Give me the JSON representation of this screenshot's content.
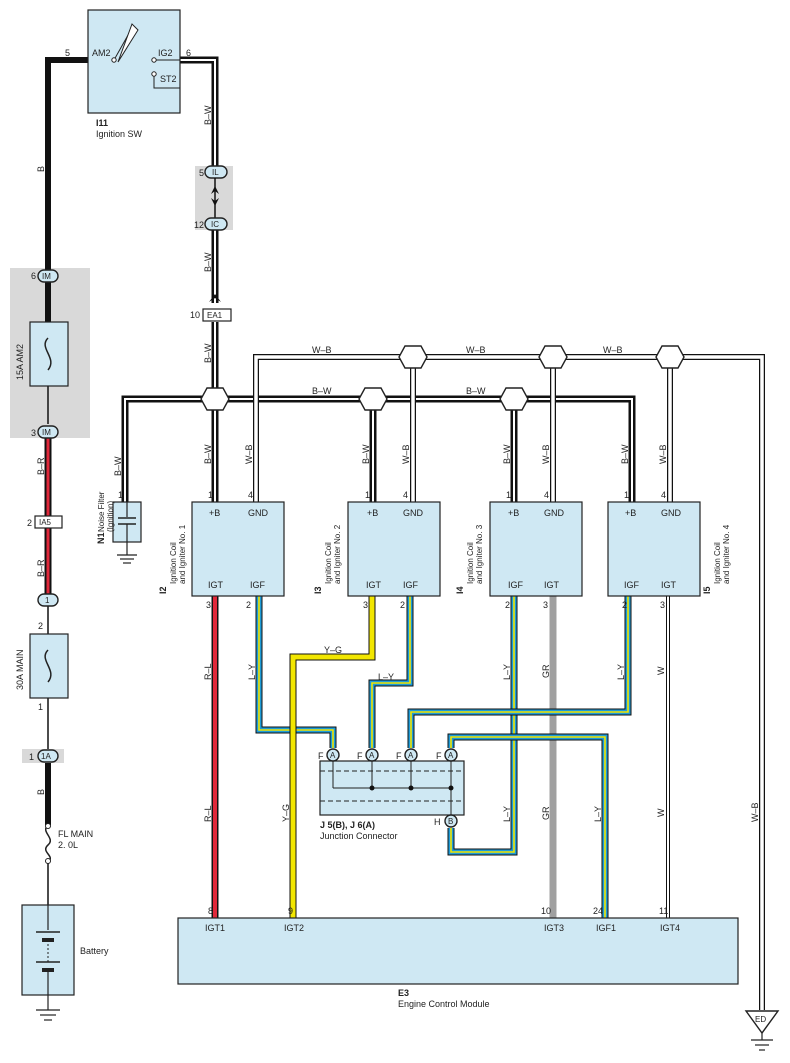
{
  "colors": {
    "component_fill": "#cfe8f3",
    "shaded_block": "#d9d9d9",
    "wire_B": "#111111",
    "wire_BW_stripe": "#ffffff",
    "wire_red": "#e0283a",
    "wire_blue": "#1e9bd7",
    "wire_yellow": "#f2e600",
    "wire_gray": "#a0a0a0"
  },
  "ignition_switch": {
    "code": "I11",
    "name": "Ignition SW",
    "pin_am2": "AM2",
    "pin_am2_num": "5",
    "pin_ig2": "IG2",
    "pin_ig2_num": "6",
    "pin_st2": "ST2"
  },
  "left_branch": {
    "wire_b_top": "B",
    "fuse_am2": "15A AM2",
    "im_top_num": "6",
    "im_top_label": "IM",
    "im_bot_num": "3",
    "im_bot_label": "IM",
    "wire_br_1": "B–R",
    "ia5_num": "2",
    "ia5_label": "IA5",
    "wire_br_2": "B–R",
    "conn1_label": "1",
    "fuse_main_top_num": "2",
    "fuse_main": "30A MAIN",
    "fuse_main_bot_num": "1",
    "conn_1a_num": "1",
    "conn_1a_label": "1A",
    "wire_b_bottom": "B",
    "fl_main_1": "FL MAIN",
    "fl_main_2": "2. 0L",
    "battery": "Battery"
  },
  "center_trunk": {
    "wire_bw_1": "B–W",
    "il_num": "5",
    "il_label": "IL",
    "ic_num": "12",
    "ic_label": "IC",
    "wire_bw_2": "B–W",
    "ea1_num": "10",
    "ea1_label": "EA1",
    "wire_bw_3": "B–W"
  },
  "buses": {
    "wb_labels": [
      "W–B",
      "W–B",
      "W–B"
    ],
    "bw_labels": [
      "B–W",
      "B–W"
    ]
  },
  "noise_filter": {
    "code": "N1",
    "name_1": "Noise Filter",
    "name_2": "(Ignition)",
    "pin": "1",
    "wire": "B–W"
  },
  "coils": [
    {
      "code": "I2",
      "name_1": "Ignition Coil",
      "name_2": "and Igniter No. 1",
      "pin_b": "+B",
      "pin_gnd": "GND",
      "pin_left": "IGT",
      "pin_right": "IGF",
      "num_b": "1",
      "num_gnd": "4",
      "num_left": "3",
      "num_right": "2",
      "wire_b": "B–W",
      "wire_gnd": "W–B"
    },
    {
      "code": "I3",
      "name_1": "Ignition Coil",
      "name_2": "and Igniter No. 2",
      "pin_b": "+B",
      "pin_gnd": "GND",
      "pin_left": "IGT",
      "pin_right": "IGF",
      "num_b": "1",
      "num_gnd": "4",
      "num_left": "3",
      "num_right": "2",
      "wire_b": "B–W",
      "wire_gnd": "W–B"
    },
    {
      "code": "I4",
      "name_1": "Ignition Coil",
      "name_2": "and Igniter No. 3",
      "pin_b": "+B",
      "pin_gnd": "GND",
      "pin_left": "IGF",
      "pin_right": "IGT",
      "num_b": "1",
      "num_gnd": "4",
      "num_left": "2",
      "num_right": "3",
      "wire_b": "B–W",
      "wire_gnd": "W–B"
    },
    {
      "code": "I5",
      "name_1": "Ignition Coil",
      "name_2": "and Igniter No. 4",
      "pin_b": "+B",
      "pin_gnd": "GND",
      "pin_left": "IGF",
      "pin_right": "IGT",
      "num_b": "1",
      "num_gnd": "4",
      "num_left": "2",
      "num_right": "3",
      "wire_b": "B–W",
      "wire_gnd": "W–B"
    }
  ],
  "signal_wires": {
    "rl_1": "R–L",
    "rl_2": "R–L",
    "ly_1": "L–Y",
    "ly_2": "L–Y",
    "ly_3": "L–Y",
    "ly_4": "L–Y",
    "ly_5": "L–Y",
    "yg_1": "Y–G",
    "yg_2": "Y–G",
    "gr_1": "GR",
    "gr_2": "GR",
    "w_1": "W",
    "w_2": "W",
    "wb_right": "W–B"
  },
  "junction": {
    "title": "J 5(B), J 6(A)",
    "name": "Junction Connector",
    "pin_f": "F",
    "pin_a": "A",
    "pin_h": "H",
    "pin_b": "B"
  },
  "ecm": {
    "code": "E3",
    "name": "Engine Control Module",
    "pins": [
      {
        "num": "8",
        "label": "IGT1"
      },
      {
        "num": "9",
        "label": "IGT2"
      },
      {
        "num": "10",
        "label": "IGT3"
      },
      {
        "num": "24",
        "label": "IGF1"
      },
      {
        "num": "11",
        "label": "IGT4"
      }
    ]
  },
  "ground_ed": "ED"
}
